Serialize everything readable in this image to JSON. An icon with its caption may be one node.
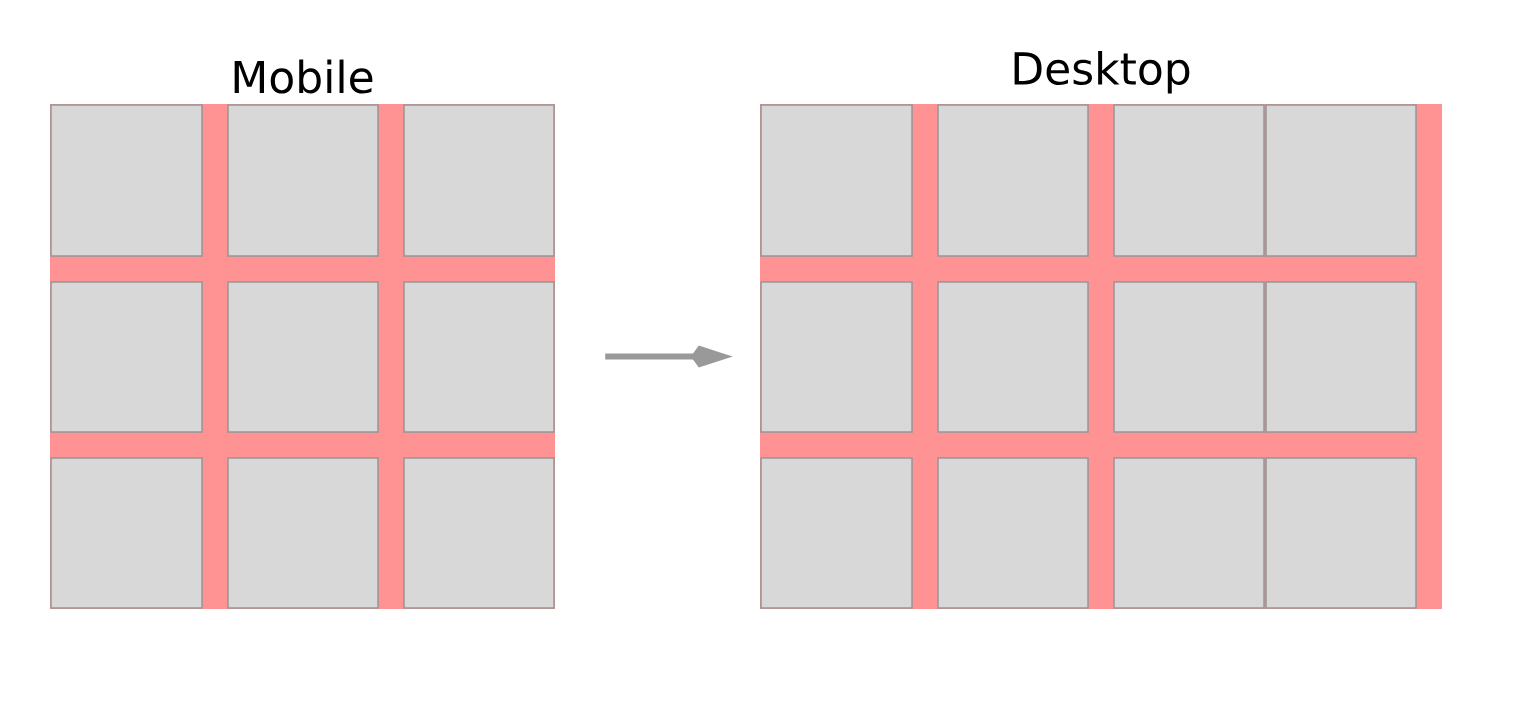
{
  "diagram": {
    "nodes": [
      {
        "text": [
          "Mobile"
        ]
      },
      {
        "text": [],
        "shape": "box",
        "in": 0
      },
      {
        "text": [],
        "shape": "box",
        "in": 0
      },
      {
        "text": [],
        "shape": "box",
        "in": 0
      },
      {
        "text": [],
        "shape": "box",
        "in": 0
      },
      {
        "text": [],
        "shape": "box",
        "in": 0
      },
      {
        "text": [],
        "shape": "box",
        "in": 0
      },
      {
        "text": [],
        "shape": "box",
        "in": 0
      },
      {
        "text": [],
        "shape": "box",
        "in": 0
      },
      {
        "text": [],
        "shape": "box",
        "in": 0
      },
      {
        "text": [
          "Desktop"
        ]
      },
      {
        "text": [],
        "shape": "box",
        "in": 10
      },
      {
        "text": [],
        "shape": "box",
        "in": 10
      },
      {
        "text": [],
        "shape": "box",
        "in": 10
      },
      {
        "text": [],
        "shape": "box",
        "in": 10
      },
      {
        "text": [],
        "shape": "box",
        "in": 10
      },
      {
        "text": [],
        "shape": "box",
        "in": 10
      },
      {
        "text": [],
        "shape": "box",
        "in": 10
      },
      {
        "text": [],
        "shape": "box",
        "in": 10
      },
      {
        "text": [],
        "shape": "box",
        "in": 10
      },
      {
        "text": [],
        "shape": "box",
        "in": 10
      },
      {
        "text": [],
        "shape": "box",
        "in": 10
      },
      {
        "text": [],
        "shape": "box",
        "in": 10
      }
    ],
    "edges": [
      {
        "from": 0,
        "to": 10,
        "arrow": "to"
      }
    ]
  }
}
